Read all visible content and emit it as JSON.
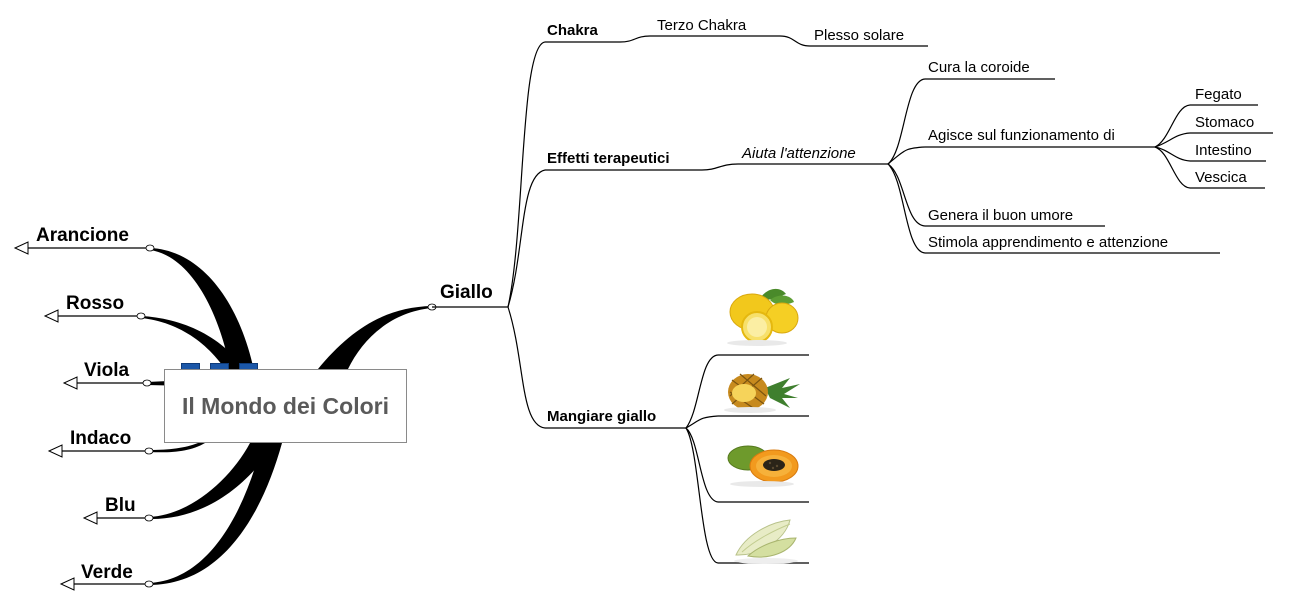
{
  "central_topic": "Il Mondo dei Colori",
  "left_branches": [
    "Arancione",
    "Rosso",
    "Viola",
    "Indaco",
    "Blu",
    "Verde"
  ],
  "right_branch": {
    "label": "Giallo",
    "children": {
      "chakra": {
        "label": "Chakra",
        "child": "Terzo Chakra",
        "grandchild": "Plesso solare"
      },
      "effetti": {
        "label": "Effetti terapeutici",
        "child": "Aiuta l'attenzione",
        "items": {
          "coroide": "Cura la coroide",
          "agisce": "Agisce sul funzionamento di",
          "umore": "Genera il buon umore",
          "stimola": "Stimola apprendimento e attenzione"
        },
        "organs": [
          "Fegato",
          "Stomaco",
          "Intestino",
          "Vescica"
        ]
      },
      "mangiare": {
        "label": "Mangiare giallo",
        "foods": [
          "lemon-image",
          "pineapple-image",
          "papaya-image",
          "endive-image"
        ]
      }
    }
  },
  "colors": {
    "line": "#000000",
    "marker": "#1b57a8",
    "central_text": "#5a5a5a"
  }
}
